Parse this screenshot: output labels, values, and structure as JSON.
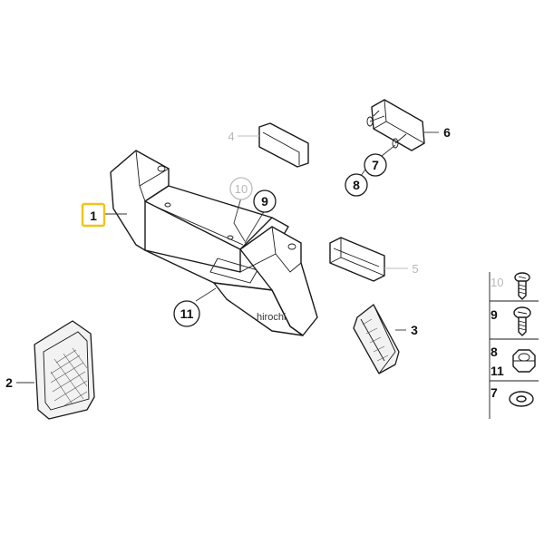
{
  "diagram": {
    "selected_part": "1",
    "callouts": [
      {
        "id": "1",
        "label": "1",
        "highlighted": true
      },
      {
        "id": "2",
        "label": "2"
      },
      {
        "id": "3",
        "label": "3"
      },
      {
        "id": "4",
        "label": "4",
        "muted": true
      },
      {
        "id": "5",
        "label": "5",
        "muted": true
      },
      {
        "id": "6",
        "label": "6"
      },
      {
        "id": "7",
        "label": "7"
      },
      {
        "id": "8",
        "label": "8"
      },
      {
        "id": "9",
        "label": "9"
      },
      {
        "id": "10",
        "label": "10",
        "muted": true
      },
      {
        "id": "11",
        "label": "11"
      }
    ],
    "legend": [
      {
        "labels": [
          "10"
        ],
        "part": "screw",
        "muted": true
      },
      {
        "labels": [
          "9"
        ],
        "part": "screw"
      },
      {
        "labels": [
          "8",
          "11"
        ],
        "part": "hex-nut"
      },
      {
        "labels": [
          "7"
        ],
        "part": "washer"
      }
    ],
    "watermark": "hirochi",
    "colors": {
      "highlight": "#f0c419",
      "muted": "#b8b8b8",
      "line": "#1a1a1a"
    }
  }
}
